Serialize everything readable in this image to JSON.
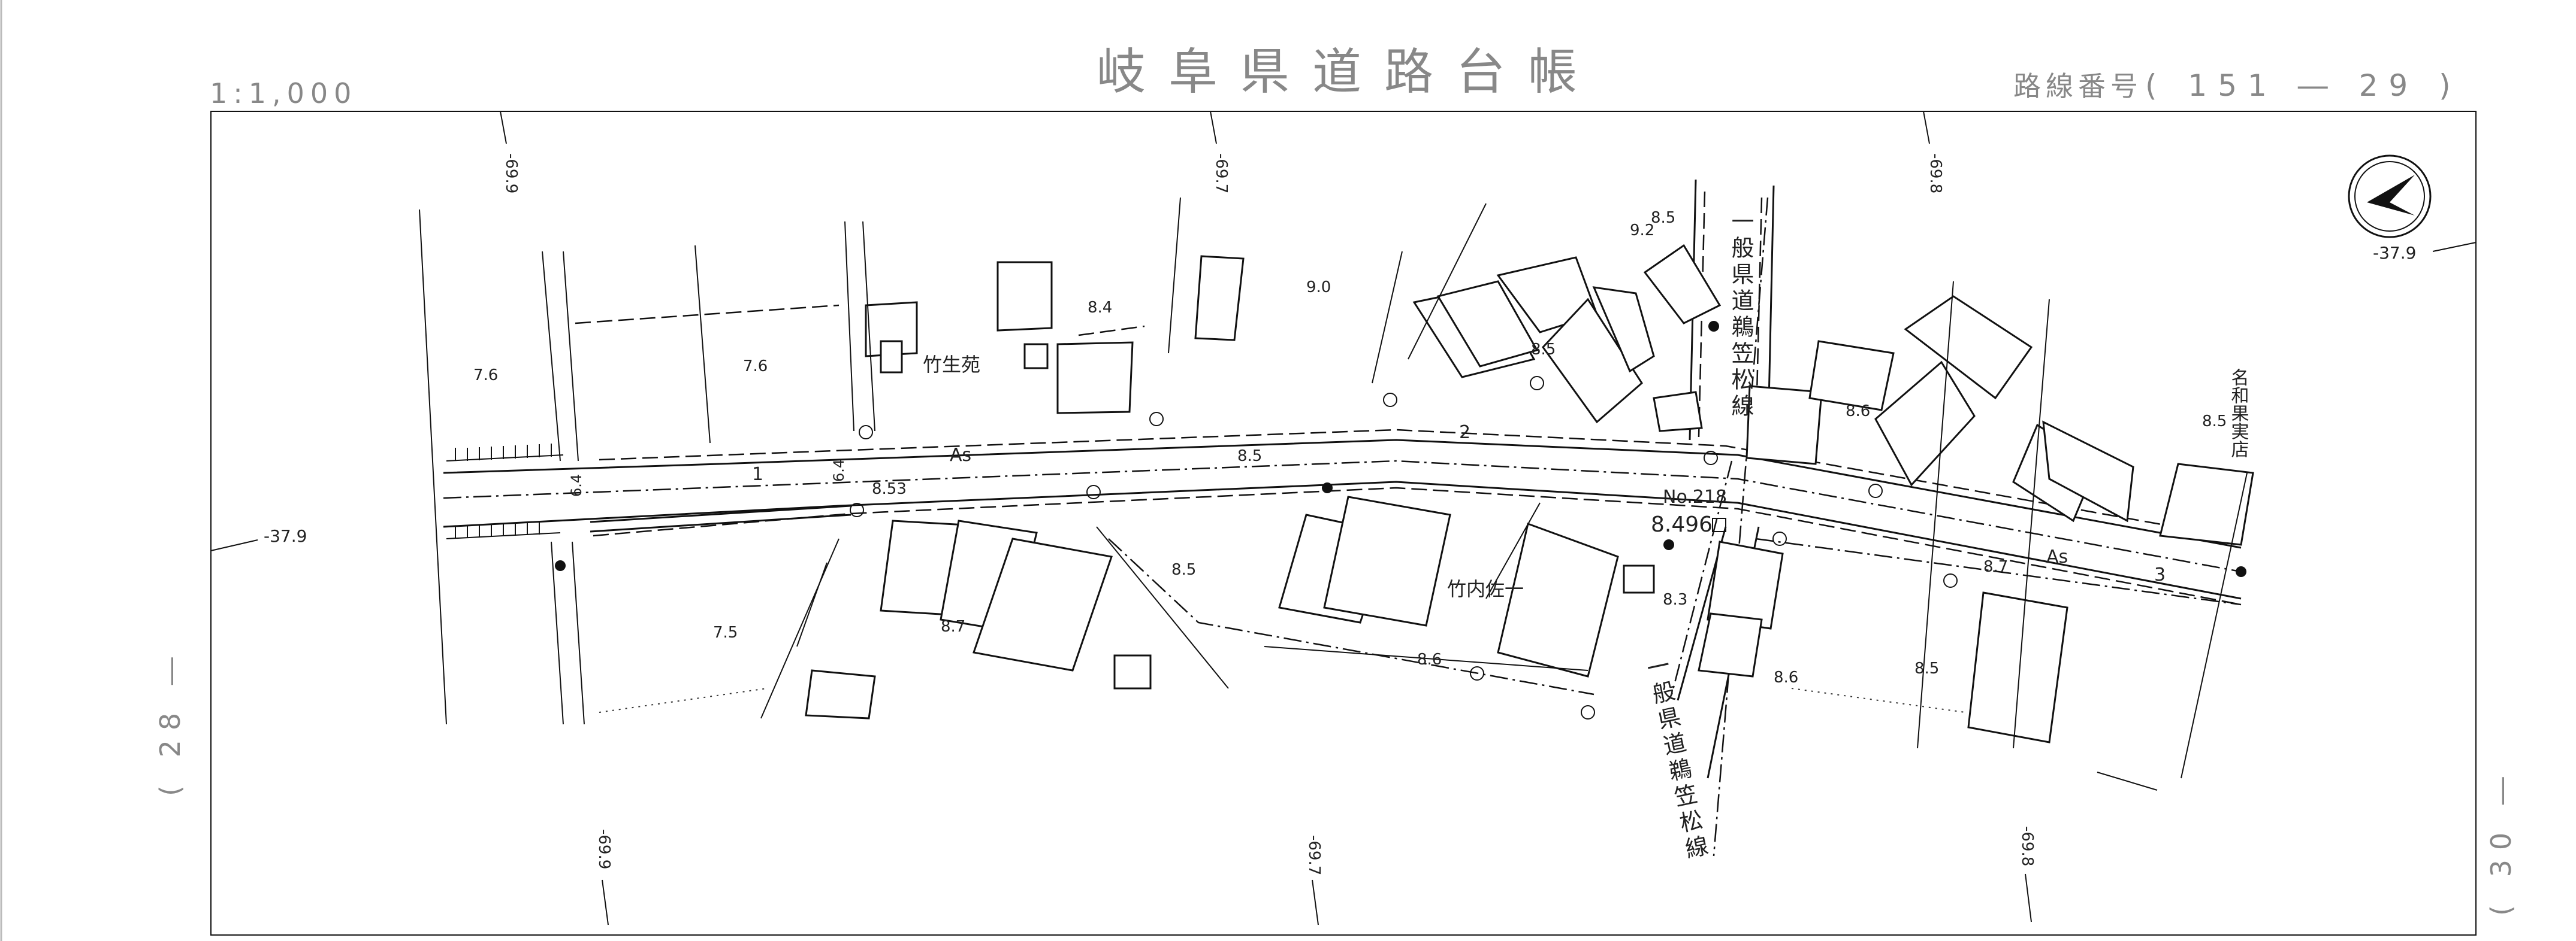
{
  "header": {
    "scale": "1:1,000",
    "title": "岐阜県道路台帳",
    "route_label": "路線番号",
    "route_number": "( 151 ― 29 )"
  },
  "sheet_refs": {
    "left": "( 28 ―",
    "right": "( 30 ―"
  },
  "grid_coords": {
    "top_1": "-69.9",
    "top_2": "-69.7",
    "top_3": "-69.8",
    "bottom_1": "-69.9",
    "bottom_2": "-69.7",
    "bottom_3": "-69.8",
    "left": "-37.9",
    "right": "-37.9"
  },
  "road": {
    "surface": "As",
    "stations": [
      "1",
      "2",
      "3"
    ],
    "benchmark_no": "No.218",
    "benchmark_elev": "8.496"
  },
  "names": {
    "takeoen": "竹生苑",
    "takeuchi": "竹内佐一",
    "nawa_shop": "名和果実店"
  },
  "crossing_route": {
    "north": "一般県道鵜笠松線",
    "south": "一般県道鵜笠松線"
  },
  "elevations": [
    "7.6",
    "7.6",
    "8.4",
    "9.0",
    "9.2",
    "8.5",
    "8.6",
    "8.5",
    "8.5",
    "8.53",
    "8.5",
    "8.7",
    "8.5",
    "7.5",
    "8.3",
    "8.6",
    "8.6",
    "8.5",
    "8.7",
    "6.4",
    "6.4"
  ],
  "north_arrow": "north-arrow"
}
